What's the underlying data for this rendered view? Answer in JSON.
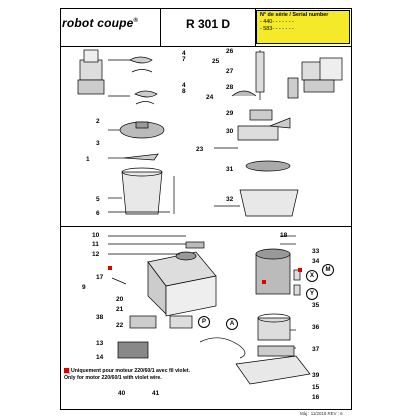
{
  "header": {
    "brand": "robot coupe",
    "brand_mark": "®",
    "model": "R 301 D",
    "serial_title_fr": "N° de série / Serial number",
    "serial_lines": [
      "- 440- - - - -  - -",
      "- 583- - - - -  - -"
    ]
  },
  "part_numbers_left": [
    "1",
    "2",
    "3",
    "4",
    "4",
    "5",
    "6",
    "7",
    "8",
    "9",
    "10",
    "11",
    "12",
    "13",
    "14",
    "17",
    "18",
    "20",
    "21",
    "22",
    "23",
    "24",
    "38",
    "40",
    "41"
  ],
  "part_numbers_right": [
    "25",
    "26",
    "27",
    "28",
    "29",
    "30",
    "31",
    "32",
    "33",
    "34",
    "35",
    "36",
    "37",
    "39",
    "15",
    "16"
  ],
  "callouts": {
    "m": "M",
    "x": "X",
    "y": "Y",
    "a": "A",
    "p": "P"
  },
  "note": {
    "fr": "Uniquement pour moteur 220/60/1 avec fil violet.",
    "en": "Only for motor 220/60/1 with violet wire."
  },
  "footer": "Màj : 11/2018  REV : 6",
  "colors": {
    "serial_box": "#f5ea2a",
    "note_marker": "#d00000"
  }
}
